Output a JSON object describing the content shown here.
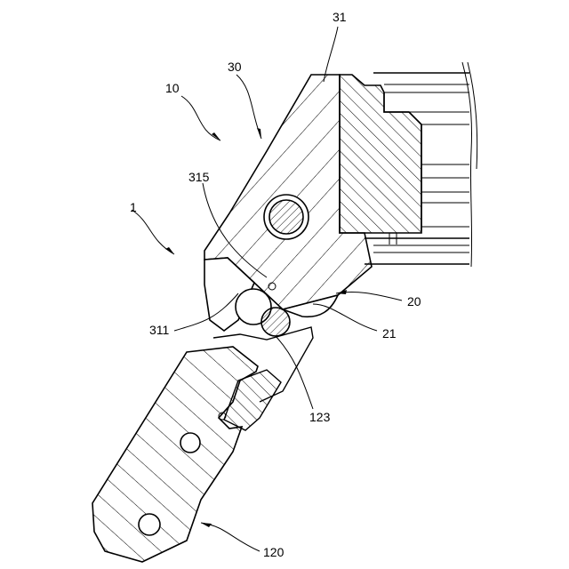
{
  "figure": {
    "labels": {
      "l1": "1",
      "l10": "10",
      "l30": "30",
      "l31": "31",
      "l315": "315",
      "l311": "311",
      "l20": "20",
      "l21": "21",
      "l123": "123",
      "l120": "120"
    }
  }
}
